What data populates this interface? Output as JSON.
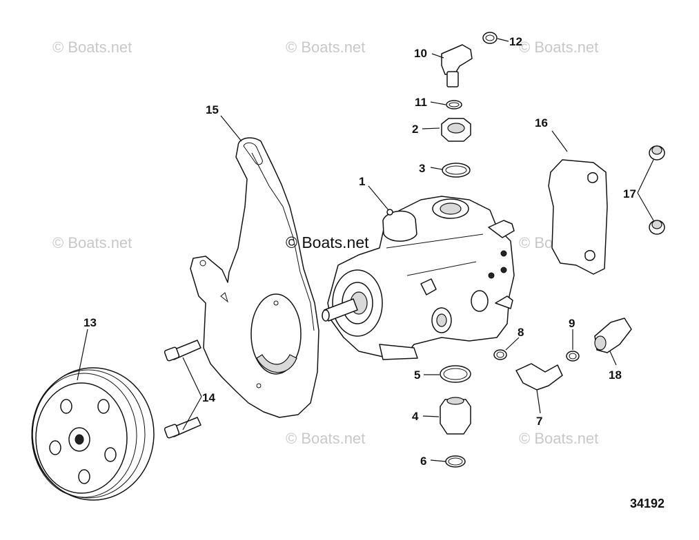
{
  "watermark": "© Boats.net",
  "center_watermark": "© Boats.net",
  "figure_number": "34192",
  "callouts": {
    "c1": "1",
    "c2": "2",
    "c3": "3",
    "c4": "4",
    "c5": "5",
    "c6": "6",
    "c7": "7",
    "c8": "8",
    "c9": "9",
    "c10": "10",
    "c11": "11",
    "c12": "12",
    "c13": "13",
    "c14": "14",
    "c15": "15",
    "c16": "16",
    "c17": "17",
    "c18": "18"
  }
}
